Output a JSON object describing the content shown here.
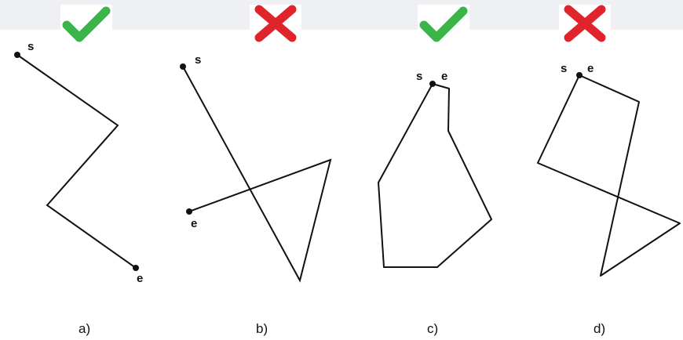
{
  "colors": {
    "check": "#3bb54a",
    "cross": "#e0242b",
    "stroke": "#111111",
    "band": "#eef0f4"
  },
  "labels": {
    "start": "s",
    "end": "e"
  },
  "panels": [
    {
      "caption": "a)",
      "verdict": "check-icon",
      "valid": true
    },
    {
      "caption": "b)",
      "verdict": "cross-icon",
      "valid": false
    },
    {
      "caption": "c)",
      "verdict": "check-icon",
      "valid": true
    },
    {
      "caption": "d)",
      "verdict": "cross-icon",
      "valid": false
    }
  ]
}
